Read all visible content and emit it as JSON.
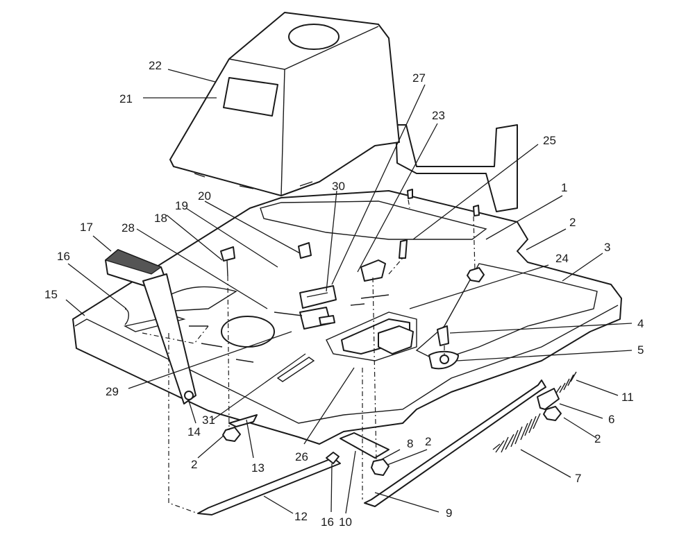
{
  "callouts": {
    "c1": "1",
    "c2a": "2",
    "c2b": "2",
    "c2c": "2",
    "c2d": "2",
    "c3": "3",
    "c4": "4",
    "c5": "5",
    "c6": "6",
    "c7": "7",
    "c8": "8",
    "c9": "9",
    "c10": "10",
    "c11": "11",
    "c12": "12",
    "c13": "13",
    "c14": "14",
    "c15": "15",
    "c16a": "16",
    "c16b": "16",
    "c17": "17",
    "c18": "18",
    "c19": "19",
    "c20": "20",
    "c21": "21",
    "c22": "22",
    "c23": "23",
    "c24": "24",
    "c25": "25",
    "c26": "26",
    "c27": "27",
    "c28": "28",
    "c29": "29",
    "c30": "30",
    "c31": "31"
  }
}
